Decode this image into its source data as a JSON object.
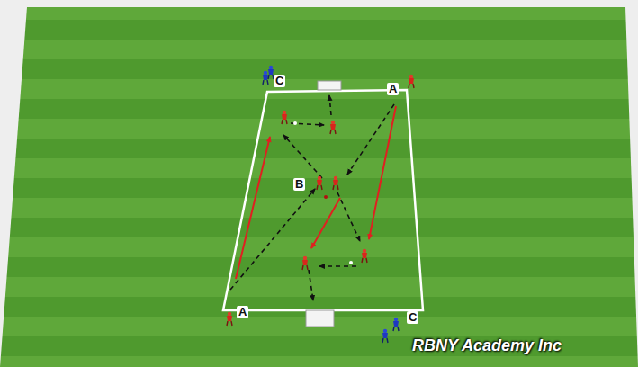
{
  "diagram": {
    "labels": [
      "C",
      "A",
      "B",
      "A",
      "C",
      "RBNY Academy Inc"
    ]
  }
}
